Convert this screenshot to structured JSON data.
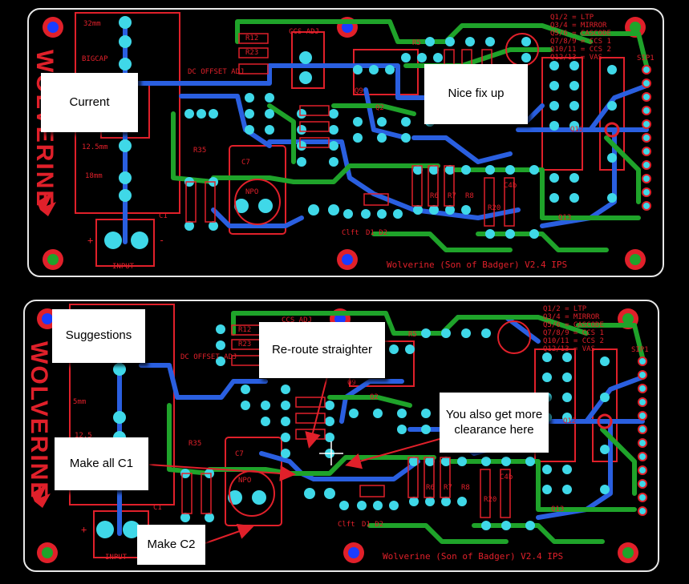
{
  "top_board": {
    "legend": [
      "Q1/2 = LTP",
      "Q3/4 = MIRROR",
      "Q5/6 = CASCODE",
      "Q7/8/9 = CCS 1",
      "Q10/11 = CCS 2",
      "Q12/13 = VAS"
    ],
    "footer": "Wolverine (Son of Badger) V2.4 IPS",
    "logo": "WOLVERINE",
    "labels": {
      "ccs_adj": "CCS ADJ",
      "dc_offset": "DC OFFSET ADJ",
      "bigcap": "BIGCAP",
      "dim_32": "32mm",
      "dim_125": "12.5mm",
      "dim_18": "18mm",
      "input": "INPUT",
      "c1": "C1",
      "sip": "SIP1",
      "npo": "NPO",
      "r12": "R12",
      "r23": "R23",
      "r35": "R35",
      "c7": "C7",
      "c4b": "C4b",
      "clft": "Clft",
      "d1d2": "D1 D2",
      "r5": "R5",
      "q12": "Q12",
      "q13": "Q13",
      "q9": "Q9",
      "q2": "Q2",
      "r6": "R6",
      "r7": "R7",
      "r8": "R8",
      "r20": "R20",
      "plus": "+",
      "minus": "-"
    },
    "callouts": {
      "current": "Current",
      "nice_fix": "Nice fix up"
    }
  },
  "bottom_board": {
    "legend": [
      "Q1/2 = LTP",
      "Q3/4 = MIRROR",
      "Q5/6 = CASCODE",
      "Q7/8/9 = CCS 1",
      "Q10/11 = CCS 2",
      "Q12/13 = VAS"
    ],
    "footer": "Wolverine (Son of Badger) V2.4 IPS",
    "logo": "WOLVERINE",
    "labels": {
      "ccs_adj": "CCS ADJ",
      "dc_offset": "DC OFFSET ADJ",
      "dim_5": "5mm",
      "dim_125": "12.5",
      "input": "INPUT",
      "c1": "C1",
      "sip": "SIP1",
      "npo": "NPO",
      "r12": "R12",
      "r23": "R23",
      "r35": "R35",
      "c7": "C7",
      "c4b": "C4b",
      "clft": "Clft",
      "d1d2": "D1 D2",
      "r5": "R5",
      "q12": "Q12",
      "q13": "Q13",
      "q9": "Q9",
      "q2": "Q2",
      "r6": "R6",
      "r7": "R7",
      "r8": "R8",
      "r20": "R20",
      "plus": "+",
      "minus": "-"
    },
    "callouts": {
      "suggestions": "Suggestions",
      "reroute": "Re-route straighter",
      "clearance": "You also get more clearance here",
      "make_c1": "Make all C1",
      "make_c2": "Make C2"
    }
  },
  "colors": {
    "copper_top": "#1fa32a",
    "copper_bottom": "#2a5fe0",
    "silkscreen": "#e0202a",
    "pad": "#3fd8e8",
    "mount_hole": "#1a3cff"
  }
}
